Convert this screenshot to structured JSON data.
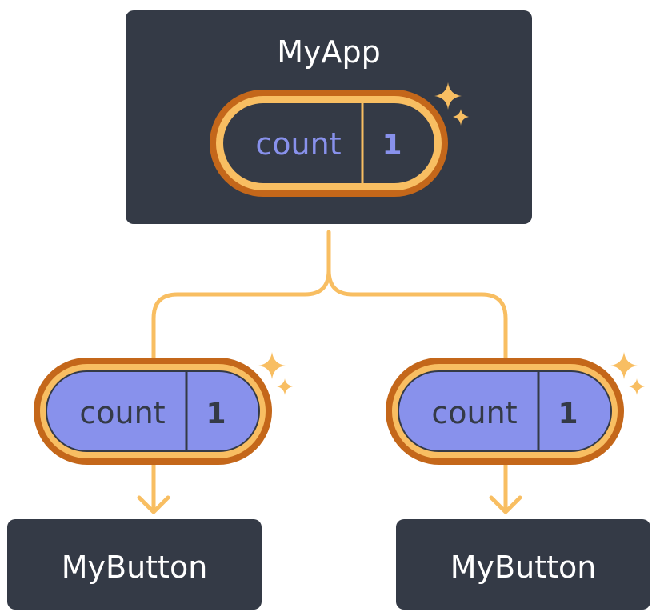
{
  "colors": {
    "node_fill": "#343a46",
    "node_text": "#ffffff",
    "edge": "#f8be62",
    "pill_outer_ring": "#c4671a",
    "pill_inner_ring": "#f8be62",
    "pill_top_fill": "#343a46",
    "pill_top_text": "#8891ec",
    "pill_child_fill": "#8891ec",
    "pill_child_text": "#343a46",
    "sparkle": "#f8be62"
  },
  "diagram": {
    "root": {
      "title": "MyApp",
      "state": {
        "label": "count",
        "value": "1"
      }
    },
    "children": [
      {
        "state": {
          "label": "count",
          "value": "1"
        },
        "title": "MyButton"
      },
      {
        "state": {
          "label": "count",
          "value": "1"
        },
        "title": "MyButton"
      }
    ]
  }
}
